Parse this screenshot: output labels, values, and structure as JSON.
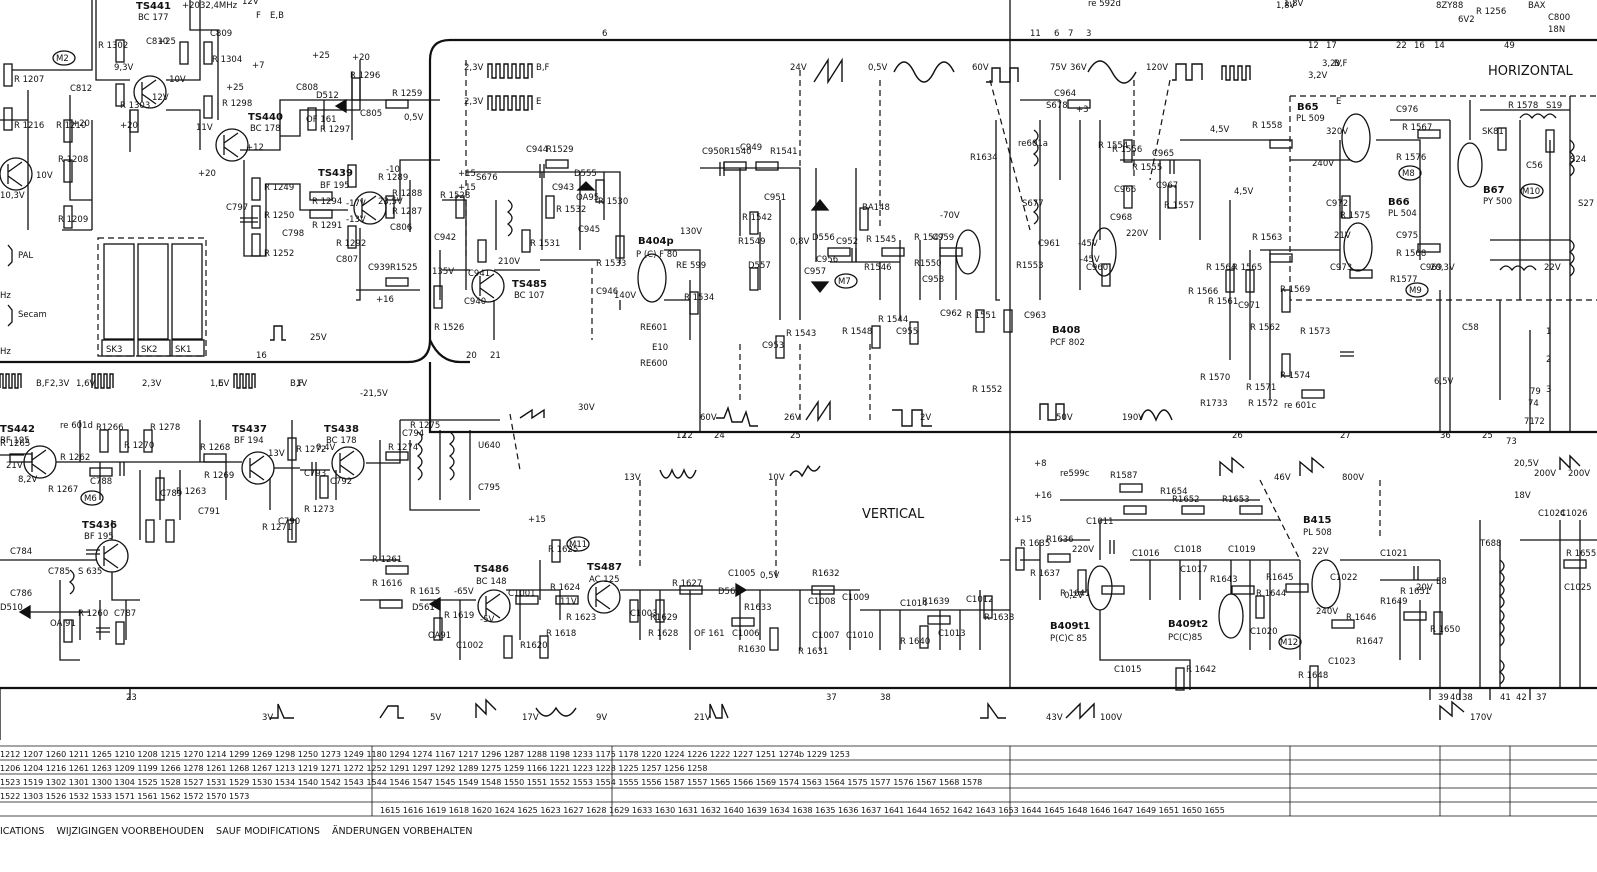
{
  "sections": {
    "horizontal": "HORIZONTAL",
    "vertical": "VERTICAL"
  },
  "standards": {
    "pal": "PAL",
    "secam": "Secam",
    "hz1": "Hz",
    "hz2": "Hz"
  },
  "switch_labels": [
    "SK3",
    "SK2",
    "SK1"
  ],
  "tubes": [
    {
      "name": "B404p",
      "type": "P (C) F 80"
    },
    {
      "name": "B408",
      "type": "PCF 802"
    },
    {
      "name": "B65",
      "type": "PL 509"
    },
    {
      "name": "B66",
      "type": "PL 504"
    },
    {
      "name": "B67",
      "type": "PY 500"
    },
    {
      "name": "B415",
      "type": "PL 508"
    },
    {
      "name": "B409t1",
      "type": "P(C)C 85"
    },
    {
      "name": "B409t2",
      "type": "PC(C)85"
    }
  ],
  "transistors": [
    {
      "name": "TS441",
      "type": "BC 177"
    },
    {
      "name": "TS440",
      "type": "BC 178"
    },
    {
      "name": "TS439",
      "type": "BF 195"
    },
    {
      "name": "TS485",
      "type": "BC 107"
    },
    {
      "name": "TS442",
      "type": "BF 195"
    },
    {
      "name": "TS437",
      "type": "BF 194"
    },
    {
      "name": "TS438",
      "type": "BC 178"
    },
    {
      "name": "TS436",
      "type": "BF 195"
    },
    {
      "name": "TS486",
      "type": "BC 148"
    },
    {
      "name": "TS487",
      "type": "AC 125"
    }
  ],
  "measure_points": [
    "M2",
    "M6",
    "M7",
    "M8",
    "M9",
    "M10",
    "M11",
    "M12"
  ],
  "component_labels": [
    {
      "t": "R 1302",
      "k": "a"
    },
    {
      "t": "C810",
      "k": "a"
    },
    {
      "t": "C809",
      "k": "a"
    },
    {
      "t": "R 1304",
      "k": "a"
    },
    {
      "t": "R 1207",
      "k": "a"
    },
    {
      "t": "C812",
      "k": "a"
    },
    {
      "t": "R 1303",
      "k": "a"
    },
    {
      "t": "R 1298",
      "k": "a"
    },
    {
      "t": "R 1216",
      "k": "a"
    },
    {
      "t": "R 1210",
      "k": "a"
    },
    {
      "t": "R 1208",
      "k": "a"
    },
    {
      "t": "R 1209",
      "k": "a"
    },
    {
      "t": "C808",
      "k": "a"
    },
    {
      "t": "D512",
      "k": "a"
    },
    {
      "t": "OF 161",
      "k": "a"
    },
    {
      "t": "R 1296",
      "k": "a"
    },
    {
      "t": "R 1259",
      "k": "a"
    },
    {
      "t": "R 1297",
      "k": "a"
    },
    {
      "t": "C805",
      "k": "a"
    },
    {
      "t": "C797",
      "k": "a"
    },
    {
      "t": "R 1249",
      "k": "a"
    },
    {
      "t": "R 1250",
      "k": "a"
    },
    {
      "t": "R 1252",
      "k": "a"
    },
    {
      "t": "C798",
      "k": "a"
    },
    {
      "t": "R 1294",
      "k": "a"
    },
    {
      "t": "R 1291",
      "k": "a"
    },
    {
      "t": "R 1289",
      "k": "a"
    },
    {
      "t": "R 1288",
      "k": "a"
    },
    {
      "t": "R 1287",
      "k": "a"
    },
    {
      "t": "C806",
      "k": "a"
    },
    {
      "t": "R 1292",
      "k": "a"
    },
    {
      "t": "C807",
      "k": "a"
    },
    {
      "t": "C939",
      "k": "a"
    },
    {
      "t": "R1525",
      "k": "a"
    },
    {
      "t": "R 1528",
      "k": "a"
    },
    {
      "t": "C942",
      "k": "a"
    },
    {
      "t": "S676",
      "k": "a"
    },
    {
      "t": "C944",
      "k": "a"
    },
    {
      "t": "R1529",
      "k": "a"
    },
    {
      "t": "C943",
      "k": "a"
    },
    {
      "t": "D555",
      "k": "a"
    },
    {
      "t": "OA95",
      "k": "a"
    },
    {
      "t": "R 1530",
      "k": "a"
    },
    {
      "t": "R 1532",
      "k": "a"
    },
    {
      "t": "R 1531",
      "k": "a"
    },
    {
      "t": "C945",
      "k": "a"
    },
    {
      "t": "R 1533",
      "k": "a"
    },
    {
      "t": "C941",
      "k": "a"
    },
    {
      "t": "C940",
      "k": "a"
    },
    {
      "t": "R 1526",
      "k": "a"
    },
    {
      "t": "C946",
      "k": "a"
    },
    {
      "t": "RE 599",
      "k": "a"
    },
    {
      "t": "R 1534",
      "k": "a"
    },
    {
      "t": "RE601",
      "k": "a"
    },
    {
      "t": "E10",
      "k": "a"
    },
    {
      "t": "RE600",
      "k": "a"
    },
    {
      "t": "C950",
      "k": "a"
    },
    {
      "t": "R1540",
      "k": "a"
    },
    {
      "t": "C949",
      "k": "a"
    },
    {
      "t": "R1541",
      "k": "a"
    },
    {
      "t": "C951",
      "k": "a"
    },
    {
      "t": "R 1542",
      "k": "a"
    },
    {
      "t": "D556",
      "k": "a"
    },
    {
      "t": "BA148",
      "k": "a"
    },
    {
      "t": "R 1545",
      "k": "a"
    },
    {
      "t": "R1549",
      "k": "a"
    },
    {
      "t": "C952",
      "k": "a"
    },
    {
      "t": "C956",
      "k": "a"
    },
    {
      "t": "R1546",
      "k": "a"
    },
    {
      "t": "C957",
      "k": "a"
    },
    {
      "t": "D557",
      "k": "a"
    },
    {
      "t": "R 1543",
      "k": "a"
    },
    {
      "t": "C953",
      "k": "a"
    },
    {
      "t": "R 1544",
      "k": "a"
    },
    {
      "t": "C955",
      "k": "a"
    },
    {
      "t": "R 1548",
      "k": "a"
    },
    {
      "t": "R 1547",
      "k": "a"
    },
    {
      "t": "C959",
      "k": "a"
    },
    {
      "t": "R1550",
      "k": "a"
    },
    {
      "t": "C958",
      "k": "a"
    },
    {
      "t": "C962",
      "k": "a"
    },
    {
      "t": "R 1551",
      "k": "a"
    },
    {
      "t": "R 1552",
      "k": "a"
    },
    {
      "t": "R1634",
      "k": "a"
    },
    {
      "t": "re601a",
      "k": "a"
    },
    {
      "t": "S677",
      "k": "a"
    },
    {
      "t": "S678",
      "k": "a"
    },
    {
      "t": "C964",
      "k": "a"
    },
    {
      "t": "R1553",
      "k": "a"
    },
    {
      "t": "C961",
      "k": "a"
    },
    {
      "t": "C963",
      "k": "a"
    },
    {
      "t": "C960",
      "k": "a"
    },
    {
      "t": "R 1554",
      "k": "a"
    },
    {
      "t": "R 1556",
      "k": "a"
    },
    {
      "t": "R 1555",
      "k": "a"
    },
    {
      "t": "C965",
      "k": "a"
    },
    {
      "t": "C967",
      "k": "a"
    },
    {
      "t": "C966",
      "k": "a"
    },
    {
      "t": "R 1557",
      "k": "a"
    },
    {
      "t": "C968",
      "k": "a"
    },
    {
      "t": "R 1558",
      "k": "a"
    },
    {
      "t": "R 1563",
      "k": "a"
    },
    {
      "t": "R 1564",
      "k": "a"
    },
    {
      "t": "R 1565",
      "k": "a"
    },
    {
      "t": "R 1561",
      "k": "a"
    },
    {
      "t": "R 1566",
      "k": "a"
    },
    {
      "t": "C971",
      "k": "a"
    },
    {
      "t": "R 1562",
      "k": "a"
    },
    {
      "t": "R 1569",
      "k": "a"
    },
    {
      "t": "R 1570",
      "k": "a"
    },
    {
      "t": "R 1571",
      "k": "a"
    },
    {
      "t": "R 1574",
      "k": "a"
    },
    {
      "t": "R1733",
      "k": "a"
    },
    {
      "t": "R 1572",
      "k": "a"
    },
    {
      "t": "re 601c",
      "k": "a"
    },
    {
      "t": "R 1573",
      "k": "a"
    },
    {
      "t": "C976",
      "k": "a"
    },
    {
      "t": "R 1567",
      "k": "a"
    },
    {
      "t": "C972",
      "k": "a"
    },
    {
      "t": "R 1575",
      "k": "a"
    },
    {
      "t": "R 1576",
      "k": "a"
    },
    {
      "t": "C975",
      "k": "a"
    },
    {
      "t": "R 1568",
      "k": "a"
    },
    {
      "t": "C973",
      "k": "a"
    },
    {
      "t": "R1577",
      "k": "a"
    },
    {
      "t": "C969",
      "k": "a"
    },
    {
      "t": "SK81",
      "k": "a"
    },
    {
      "t": "R 1578",
      "k": "a"
    },
    {
      "t": "S19",
      "k": "a"
    },
    {
      "t": "C56",
      "k": "a"
    },
    {
      "t": "S24",
      "k": "a"
    },
    {
      "t": "S27",
      "k": "a"
    },
    {
      "t": "C58",
      "k": "a"
    },
    {
      "t": "re 601d",
      "k": "a"
    },
    {
      "t": "R 1265",
      "k": "a"
    },
    {
      "t": "R 1262",
      "k": "a"
    },
    {
      "t": "C788",
      "k": "a"
    },
    {
      "t": "R1266",
      "k": "a"
    },
    {
      "t": "R 1278",
      "k": "a"
    },
    {
      "t": "R 1270",
      "k": "a"
    },
    {
      "t": "C789",
      "k": "a"
    },
    {
      "t": "R 1267",
      "k": "a"
    },
    {
      "t": "R 1263",
      "k": "a"
    },
    {
      "t": "R 1268",
      "k": "a"
    },
    {
      "t": "R 1269",
      "k": "a"
    },
    {
      "t": "C791",
      "k": "a"
    },
    {
      "t": "C790",
      "k": "a"
    },
    {
      "t": "R 1271",
      "k": "a"
    },
    {
      "t": "R 1272",
      "k": "a"
    },
    {
      "t": "C793",
      "k": "a"
    },
    {
      "t": "R 1273",
      "k": "a"
    },
    {
      "t": "C792",
      "k": "a"
    },
    {
      "t": "R 1274",
      "k": "a"
    },
    {
      "t": "R 1275",
      "k": "a"
    },
    {
      "t": "C794",
      "k": "a"
    },
    {
      "t": "U640",
      "k": "a"
    },
    {
      "t": "C795",
      "k": "a"
    },
    {
      "t": "C784",
      "k": "a"
    },
    {
      "t": "C785",
      "k": "a"
    },
    {
      "t": "S 635",
      "k": "a"
    },
    {
      "t": "C786",
      "k": "a"
    },
    {
      "t": "D510",
      "k": "a"
    },
    {
      "t": "OA 91",
      "k": "a"
    },
    {
      "t": "R 1260",
      "k": "a"
    },
    {
      "t": "C787",
      "k": "a"
    },
    {
      "t": "R 1261",
      "k": "a"
    },
    {
      "t": "R 1616",
      "k": "a"
    },
    {
      "t": "R 1615",
      "k": "a"
    },
    {
      "t": "D561",
      "k": "a"
    },
    {
      "t": "OA91",
      "k": "a"
    },
    {
      "t": "R 1619",
      "k": "a"
    },
    {
      "t": "C1002",
      "k": "a"
    },
    {
      "t": "C1001",
      "k": "a"
    },
    {
      "t": "R1620",
      "k": "a"
    },
    {
      "t": "R 1618",
      "k": "a"
    },
    {
      "t": "R 1625",
      "k": "a"
    },
    {
      "t": "R 1624",
      "k": "a"
    },
    {
      "t": "R 1623",
      "k": "a"
    },
    {
      "t": "C1003",
      "k": "a"
    },
    {
      "t": "R 1627",
      "k": "a"
    },
    {
      "t": "R1629",
      "k": "a"
    },
    {
      "t": "R 1628",
      "k": "a"
    },
    {
      "t": "C1005",
      "k": "a"
    },
    {
      "t": "D562",
      "k": "a"
    },
    {
      "t": "OF 161",
      "k": "a"
    },
    {
      "t": "C1006",
      "k": "a"
    },
    {
      "t": "R1633",
      "k": "a"
    },
    {
      "t": "R1630",
      "k": "a"
    },
    {
      "t": "R1632",
      "k": "a"
    },
    {
      "t": "C1008",
      "k": "a"
    },
    {
      "t": "C1009",
      "k": "a"
    },
    {
      "t": "R 1631",
      "k": "a"
    },
    {
      "t": "C1007",
      "k": "a"
    },
    {
      "t": "C1010",
      "k": "a"
    },
    {
      "t": "C1014",
      "k": "a"
    },
    {
      "t": "R1639",
      "k": "a"
    },
    {
      "t": "C1012",
      "k": "a"
    },
    {
      "t": "C1013",
      "k": "a"
    },
    {
      "t": "R 1640",
      "k": "a"
    },
    {
      "t": "R 1638",
      "k": "a"
    },
    {
      "t": "R 1635",
      "k": "a"
    },
    {
      "t": "R1636",
      "k": "a"
    },
    {
      "t": "C1011",
      "k": "a"
    },
    {
      "t": "R 1637",
      "k": "a"
    },
    {
      "t": "C1016",
      "k": "a"
    },
    {
      "t": "R 1641",
      "k": "a"
    },
    {
      "t": "re599c",
      "k": "a"
    },
    {
      "t": "R1587",
      "k": "a"
    },
    {
      "t": "R1654",
      "k": "a"
    },
    {
      "t": "R1652",
      "k": "a"
    },
    {
      "t": "R1653",
      "k": "a"
    },
    {
      "t": "C1018",
      "k": "a"
    },
    {
      "t": "C1019",
      "k": "a"
    },
    {
      "t": "C1017",
      "k": "a"
    },
    {
      "t": "R1643",
      "k": "a"
    },
    {
      "t": "R 1644",
      "k": "a"
    },
    {
      "t": "R1645",
      "k": "a"
    },
    {
      "t": "C1021",
      "k": "a"
    },
    {
      "t": "R 1651",
      "k": "a"
    },
    {
      "t": "E8",
      "k": "a"
    },
    {
      "t": "C1020",
      "k": "a"
    },
    {
      "t": "C1022",
      "k": "a"
    },
    {
      "t": "R1649",
      "k": "a"
    },
    {
      "t": "R 1646",
      "k": "a"
    },
    {
      "t": "R1647",
      "k": "a"
    },
    {
      "t": "R 1650",
      "k": "a"
    },
    {
      "t": "C1015",
      "k": "a"
    },
    {
      "t": "R 1642",
      "k": "a"
    },
    {
      "t": "R 1648",
      "k": "a"
    },
    {
      "t": "C1023",
      "k": "a"
    },
    {
      "t": "T688",
      "k": "a"
    },
    {
      "t": "C1024",
      "k": "a"
    },
    {
      "t": "C1026",
      "k": "a"
    },
    {
      "t": "R 1655",
      "k": "a"
    },
    {
      "t": "C1025",
      "k": "a"
    }
  ],
  "voltages": [
    "+20",
    "+25",
    "+20",
    "+20",
    "+25",
    "+20",
    "+12",
    "+25",
    "+20",
    "+7",
    "+15",
    "+15",
    "+16",
    "+3",
    "+8",
    "+16",
    "+15",
    "+15",
    "6,5V",
    "20V",
    "20,5V",
    "18V",
    "9,3V",
    "-10V",
    "12V",
    "11V",
    "10V",
    "10,3V",
    "-10",
    "-17V",
    "-13V",
    "23,5V",
    "0,5V",
    "0,8V",
    "140V",
    "210V",
    "135V",
    "-21,5V",
    "130V",
    "-70V",
    "-45V",
    "-45V",
    "220V",
    "4,5V",
    "4,5V",
    "320V",
    "240V",
    "21V",
    "20,3V",
    "22V",
    "21V",
    "8,2V",
    "13V",
    "0,4V",
    "0,5V",
    "11V",
    "-65V",
    "-5V",
    "240V",
    "220V",
    "0,2V",
    "22V"
  ],
  "waveform_labels": [
    "2,3V",
    "2,3V",
    "B,F",
    "E",
    "24V",
    "0,5V",
    "60V",
    "75V",
    "36V",
    "120V",
    "25V",
    "30V",
    "60V",
    "26V",
    "2V",
    "50V",
    "190V",
    "2,3V",
    "1,6V",
    "2,3V",
    "B,F",
    "1,6V",
    "E",
    "B,F",
    "1V",
    "13V",
    "10V",
    "46V",
    "800V",
    "200V",
    "200V",
    "3V",
    "5V",
    "17V",
    "9V",
    "21V",
    "43V",
    "100V",
    "170V",
    "1,8V",
    "3,2V",
    "3,2V",
    "B,F",
    "E"
  ],
  "connectors": [
    "12",
    "17",
    "22",
    "16",
    "14",
    "49",
    "6",
    "11",
    "6",
    "7",
    "3",
    "16",
    "20",
    "21",
    "12",
    "24",
    "25",
    "26",
    "27",
    "12",
    "36",
    "25",
    "73",
    "23",
    "37",
    "38",
    "39",
    "40",
    "38",
    "41",
    "42",
    "37",
    "1",
    "2",
    "3",
    "79",
    "74",
    "71",
    "72"
  ],
  "parts_table": [
    "1212 1207 1260 1211 1265 1210 1208 1215   1270 1214 1299 1269 1298 1250 1273 1249 1180 1294 1274 1167 1217 1296 1287 1288 1198   1233   1175   1178   1220 1224 1226 1222 1227   1251 1274b 1229 1253",
    "1206 1204 1216 1261 1263 1209 1199 1266 1278 1261 1268 1267 1213 1219 1271 1272 1252 1291 1297 1292 1289 1275 1259 1166   1221   1223 1228 1225   1257 1256 1258",
    "1523 1519   1302 1301 1300 1304   1525 1528 1527 1531 1529 1530 1534 1540 1542 1543 1544 1546 1547 1545 1549 1548 1550 1551 1552 1553 1554 1555 1556 1587 1557 1565 1566 1569 1574 1563 1564 1575 1577 1576 1567 1568 1578",
    "1522   1303   1526 1532 1533   1571 1561 1562 1572 1570 1573",
    "1615 1616 1619 1618 1620 1624 1625 1623 1627 1628 1629 1633 1630 1631 1632 1640 1639 1634 1638 1635 1636 1637 1641 1644 1652 1642 1643 1653 1644 1645 1648 1646 1647 1649 1651 1650 1655"
  ],
  "footer_text": "ICATIONS    WIJZIGINGEN VOORBEHOUDEN    SAUF MODIFICATIONS    ÄNDERUNGEN VORBEHALTEN",
  "top_fragments": [
    "12V",
    "F",
    "E,B",
    "32,4MHz",
    "re 592d",
    "1,8V",
    "8ZY88",
    "6V2",
    "R 1256",
    "BAX",
    "C800",
    "18N"
  ]
}
